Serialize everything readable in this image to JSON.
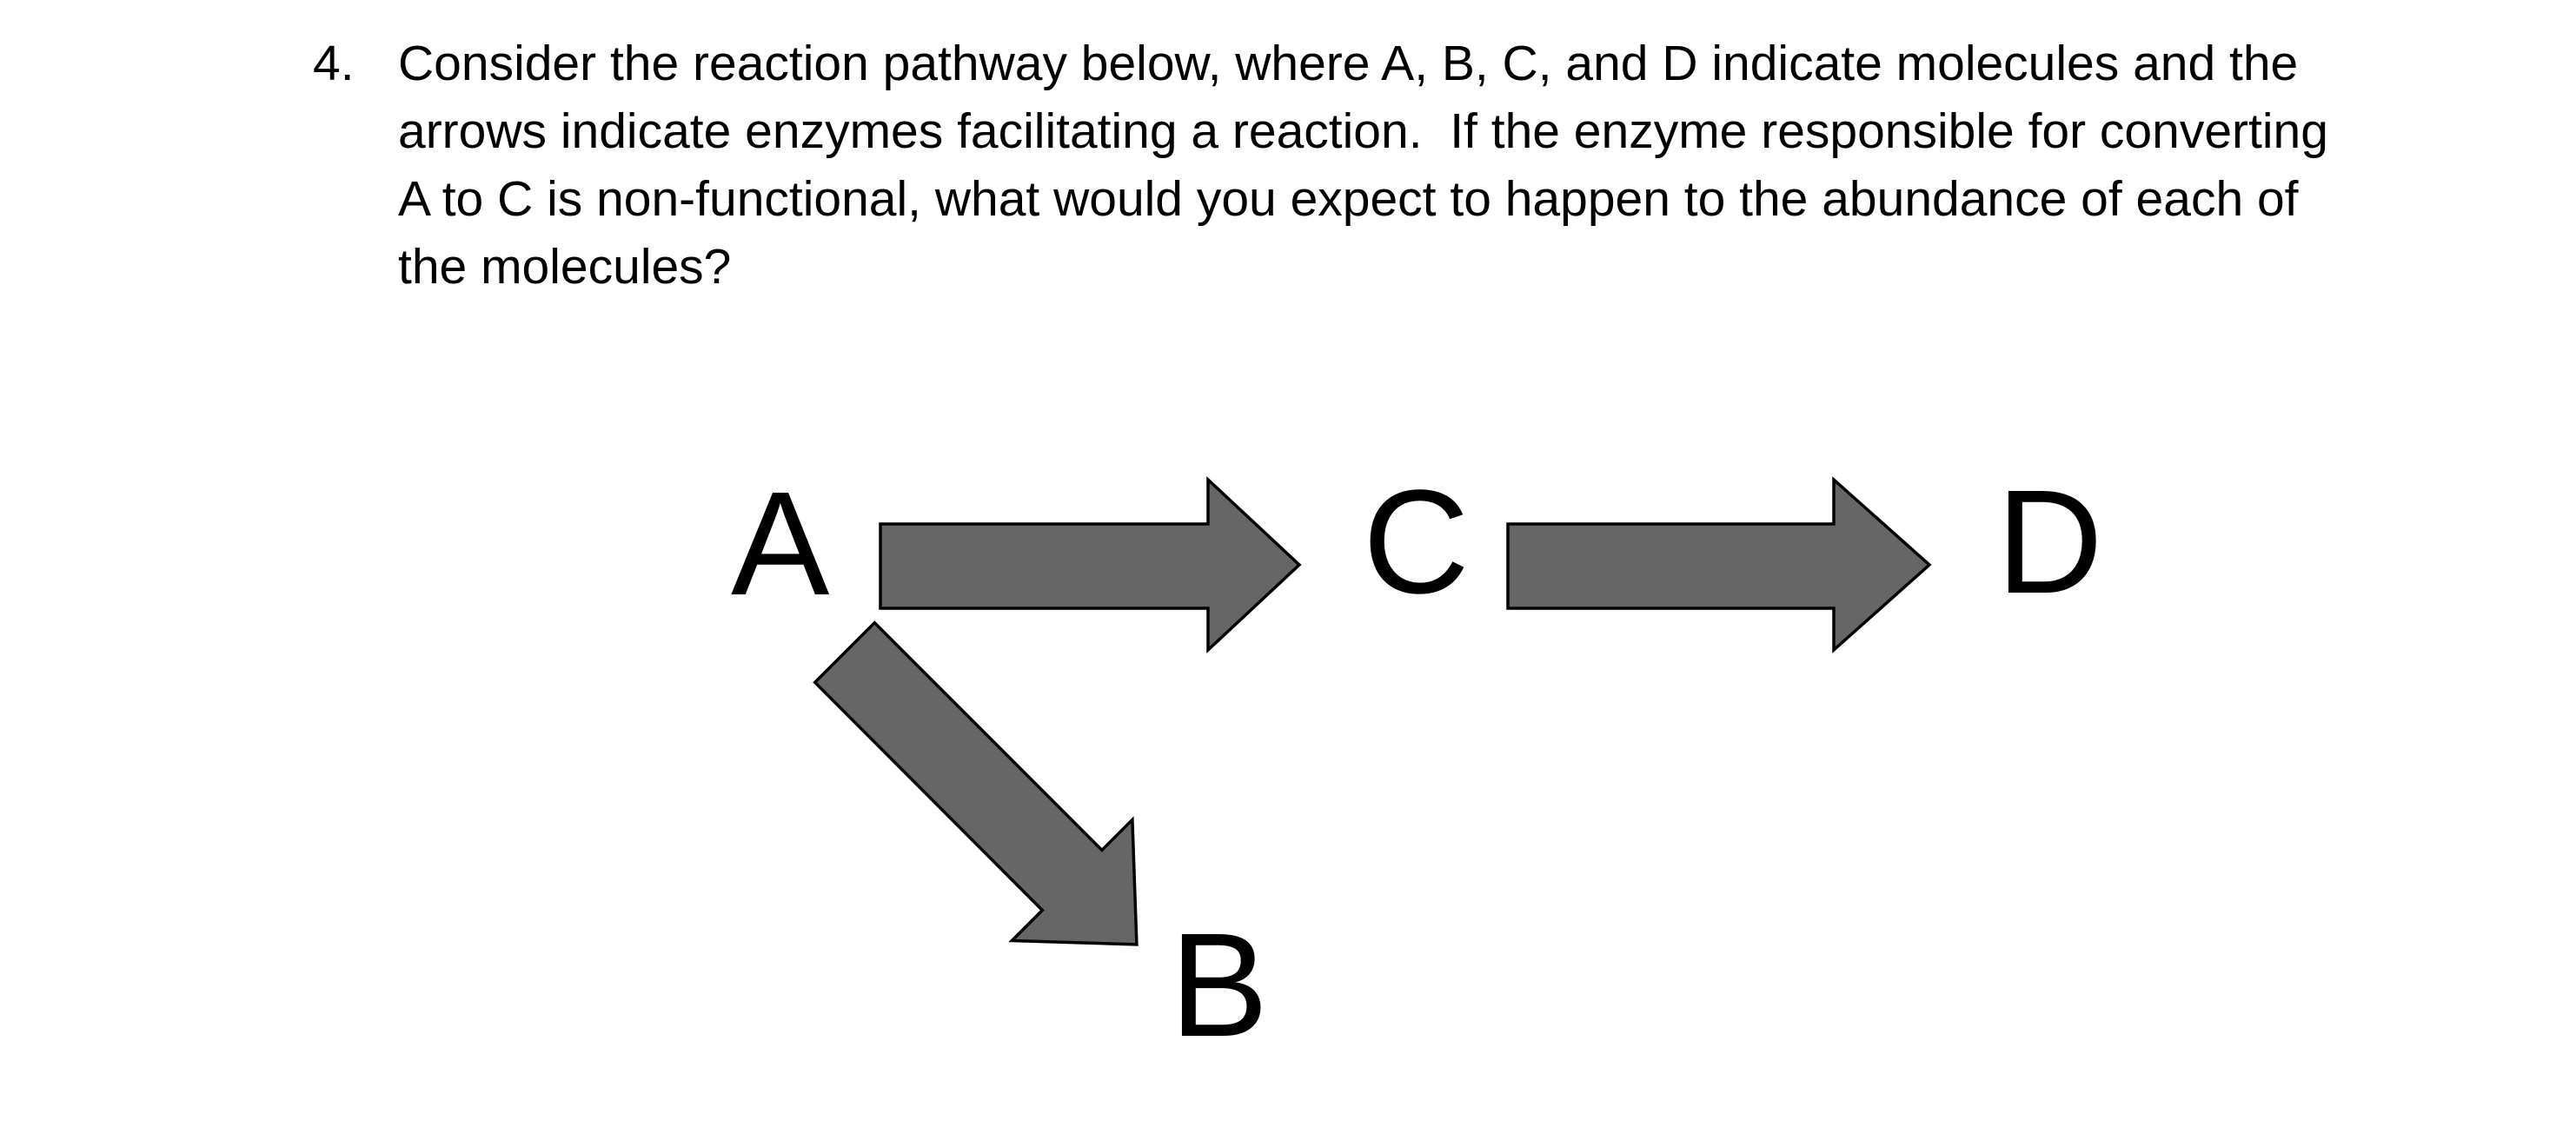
{
  "question": {
    "number": "4.",
    "lines": [
      "Consider the reaction pathway below, where A, B, C, and D indicate molecules and the",
      "arrows indicate enzymes facilitating a reaction.  If the enzyme responsible for converting",
      "A to C is non-functional, what would you expect to happen to the abundance of each of",
      "the molecules?"
    ]
  },
  "diagram": {
    "nodes": {
      "a": "A",
      "b": "B",
      "c": "C",
      "d": "D"
    },
    "arrows": [
      {
        "id": "a-to-c",
        "from": "A",
        "to": "C",
        "direction": "right"
      },
      {
        "id": "c-to-d",
        "from": "C",
        "to": "D",
        "direction": "right"
      },
      {
        "id": "a-to-b",
        "from": "A",
        "to": "B",
        "direction": "down-right"
      }
    ],
    "colors": {
      "arrow_fill": "#666666",
      "arrow_stroke": "#000000",
      "text": "#000000"
    }
  }
}
